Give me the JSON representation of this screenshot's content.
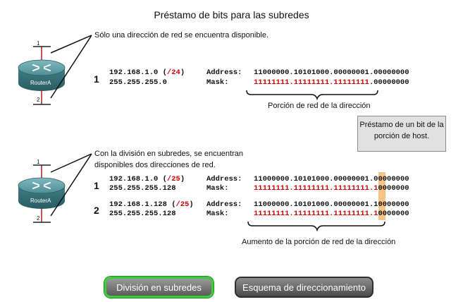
{
  "title": "Préstamo de bits para las subredes",
  "top": {
    "note": "Sólo una dirección de red se encuentra disponible.",
    "router": {
      "name": "RouterA",
      "port_top": "1",
      "port_bottom": "2"
    },
    "row_index": "1",
    "ip_prefix": "192.168.1.0 (",
    "ip_cidr": "/24",
    "ip_suffix": ")",
    "mask": "255.255.255.0",
    "address_label": "Address:",
    "mask_label": "Mask:",
    "address_bits": "11000000.10101000.00000001.00000000",
    "mask_bits_network": "11111111.11111111.11111111",
    "mask_bits_host": ".00000000",
    "caption": "Porción de red de la dirección"
  },
  "tooltip": "Préstamo de un bit de la porción de host.",
  "bottom": {
    "note_line1": "Con la división en subredes, se encuentran",
    "note_line2": "disponibles dos direcciones de red.",
    "router": {
      "name": "RouterA",
      "port_top": "1",
      "port_bottom": "2"
    },
    "subnets": [
      {
        "index": "1",
        "ip_prefix": "192.168.1.0 (",
        "ip_cidr": "/25",
        "ip_suffix": ")",
        "mask": "255.255.255.128",
        "address_label": "Address:",
        "mask_label": "Mask:",
        "address_bits_network": "11000000.10101000.00000001.",
        "address_borrowed_bit": "0",
        "address_bits_host": "0000000",
        "mask_bits_network": "11111111.11111111.11111111.1",
        "mask_bits_host": "0000000"
      },
      {
        "index": "2",
        "ip_prefix": "192.168.1.128 (",
        "ip_cidr": "/25",
        "ip_suffix": ")",
        "mask": "255.255.255.128",
        "address_label": "Address:",
        "mask_label": "Mask:",
        "address_bits_network": "11000000.10101000.00000001.",
        "address_borrowed_bit": "1",
        "address_bits_host": "0000000",
        "mask_bits_network": "11111111.11111111.11111111.1",
        "mask_bits_host": "0000000"
      }
    ],
    "caption": "Aumento de la porción de red de la dirección"
  },
  "buttons": {
    "subnetting": "División en subredes",
    "addressing_scheme": "Esquema de direccionamiento"
  },
  "colors": {
    "highlight_red": "#cc0000",
    "borrowed_bit_highlight": "#f6c487",
    "active_button_border": "#3ecb3e",
    "router_body": "#3f7f86"
  },
  "icons": [
    "router-icon",
    "router-icon"
  ]
}
